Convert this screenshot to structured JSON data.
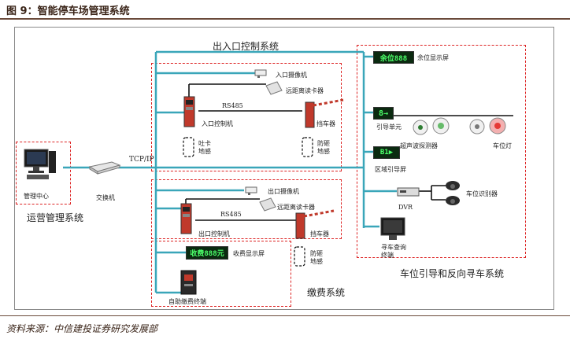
{
  "title": "图 9：智能停车场管理系统",
  "source": "资料来源：中信建投证券研究发展部",
  "sections": {
    "entry_exit": "出入口控制系统",
    "ops": "运营管理系统",
    "payment": "缴费系统",
    "guidance": "车位引导和反向寻车系统"
  },
  "nodes": {
    "mgmt_center": "管理中心",
    "switch": "交换机",
    "tcpip": "TCP/IP",
    "entry_camera": "入口摄像机",
    "entry_reader": "远距离读卡器",
    "rs485_top": "RS485",
    "entry_controller": "入口控制机",
    "barrier_top": "挡车器",
    "spit_card": "吐卡\n地感",
    "anti_smash_top": "防砸\n地感",
    "exit_camera": "出口摄像机",
    "exit_reader": "远距离读卡器",
    "rs485_bot": "RS485",
    "exit_controller": "出口控制机",
    "barrier_bot": "挡车器",
    "anti_smash_bot": "防砸\n地感",
    "fee_display": "收费显示屏",
    "fee_led": "收费888元",
    "self_pay": "自助缴费终端",
    "spaces_display": "余位显示屏",
    "spaces_led": "余位888",
    "guide_unit": "引导单元",
    "ultrasonic": "超声波探测器",
    "space_light": "车位灯",
    "zone_screen": "区域引导屏",
    "dvr": "DVR",
    "plate_recognizer": "车位识别器",
    "find_car_terminal": "寻车查询\n终端"
  },
  "colors": {
    "bus": "#3aa6b9",
    "dashed_border": "#d22222",
    "controller_red": "#c0392b"
  }
}
